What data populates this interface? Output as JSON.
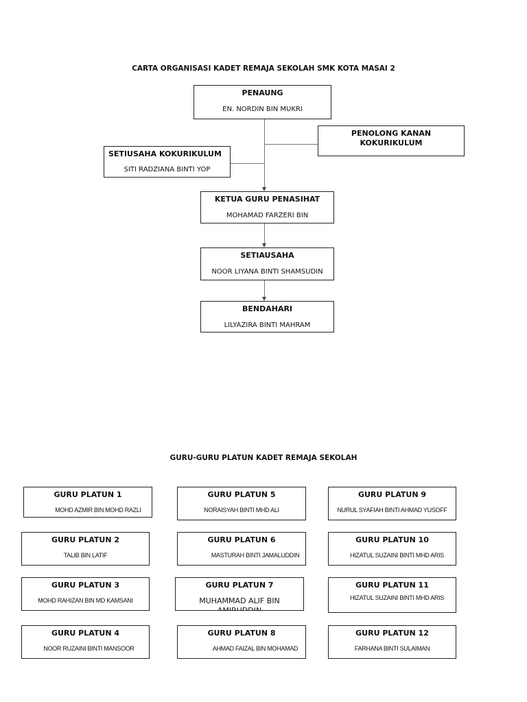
{
  "title": "CARTA ORGANISASI KADET REMAJA SEKOLAH SMK KOTA MASAI 2",
  "org": {
    "penaung": {
      "role": "PENAUNG",
      "name": "EN. NORDIN BIN MUKRI"
    },
    "penolong": {
      "role": "PENOLONG KANAN KOKURIKULUM"
    },
    "setiusaha_koko": {
      "role": "SETIUSAHA KOKURIKULUM",
      "name": "SITI RADZIANA BINTI YOP"
    },
    "ketua": {
      "role": "KETUA GURU PENASIHAT",
      "name": "MOHAMAD FARZERI BIN"
    },
    "setiausaha": {
      "role": "SETIAUSAHA",
      "name": "NOOR LIYANA BINTI SHAMSUDIN"
    },
    "bendahari": {
      "role": "BENDAHARI",
      "name": "LILYAZIRA BINTI MAHRAM"
    }
  },
  "platun_title": "GURU-GURU PLATUN KADET REMAJA SEKOLAH",
  "platun": [
    {
      "role": "GURU PLATUN 1",
      "name": "MOHD AZMIR BIN MOHD RAZLI"
    },
    {
      "role": "GURU PLATUN 2",
      "name": "TALIB BIN LATIF"
    },
    {
      "role": "GURU PLATUN 3",
      "name": "MOHD RAHIZAN BIN MD KAMSANI"
    },
    {
      "role": "GURU PLATUN 4",
      "name": "NOOR RUZAINI BINTI MANSOOR"
    },
    {
      "role": "GURU PLATUN 5",
      "name": "NORAISYAH BINTI MHD ALI"
    },
    {
      "role": "GURU PLATUN 6",
      "name": "MASTURAH BINTI JAMALUDDIN"
    },
    {
      "role": "GURU PLATUN 7",
      "name": "MUHAMMAD ALIF BIN AMIRUDDIN"
    },
    {
      "role": "GURU PLATUN 8",
      "name": "AHMAD FAIZAL BIN MOHAMAD"
    },
    {
      "role": "GURU PLATUN 9",
      "name": "NURUL SYAFIAH BINTI AHMAD YUSOFF"
    },
    {
      "role": "GURU PLATUN 10",
      "name": "HIZATUL SUZAINI BINTI MHD ARIS"
    },
    {
      "role": "GURU PLATUN 11",
      "name": "HIZATUL SUZAINI BINTI MHD ARIS"
    },
    {
      "role": "GURU PLATUN 12",
      "name": "FARHANA BINTI SULAIMAN"
    }
  ]
}
